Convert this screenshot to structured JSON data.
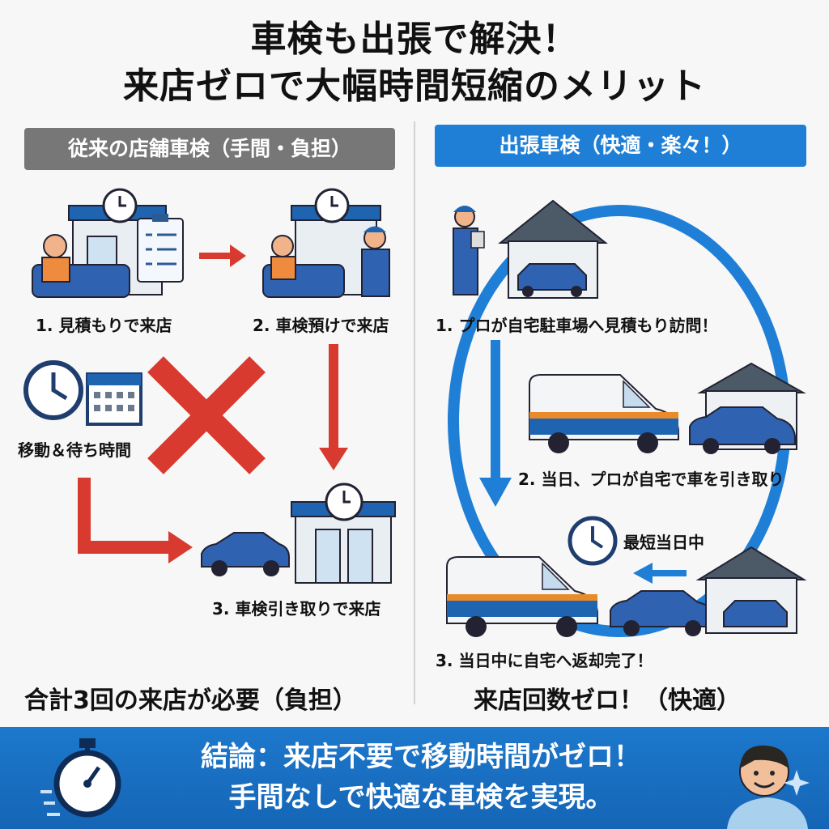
{
  "title": {
    "line1": "車検も出張で解決！",
    "line2": "来店ゼロで大幅時間短縮のメリット"
  },
  "left": {
    "header": "従来の店舗車検（手間・負担）",
    "step1": "1. 見積もりで来店",
    "step2": "2. 車検預けで来店",
    "wait": "移動＆待ち時間",
    "step3": "3. 車検引き取りで来店",
    "summary": "合計3回の来店が必要（負担）"
  },
  "right": {
    "header": "出張車検（快適・楽々！）",
    "step1": "1. プロが自宅駐車場へ見積もり訪問！",
    "step2": "2. 当日、プロが自宅で車を引き取り",
    "fast": "最短当日中",
    "step3": "3. 当日中に自宅へ返却完了！",
    "summary": "来店回数ゼロ！（快適）"
  },
  "conclusion": {
    "line1": "結論：来店不要で移動時間がゼロ！",
    "line2": "手間なしで快適な車検を実現。"
  },
  "colors": {
    "left_header": "#7a7a7a",
    "right_header": "#1f7fd6",
    "red": "#d93a2f",
    "blue": "#1f7fd6",
    "banner": "#1b71c4"
  }
}
